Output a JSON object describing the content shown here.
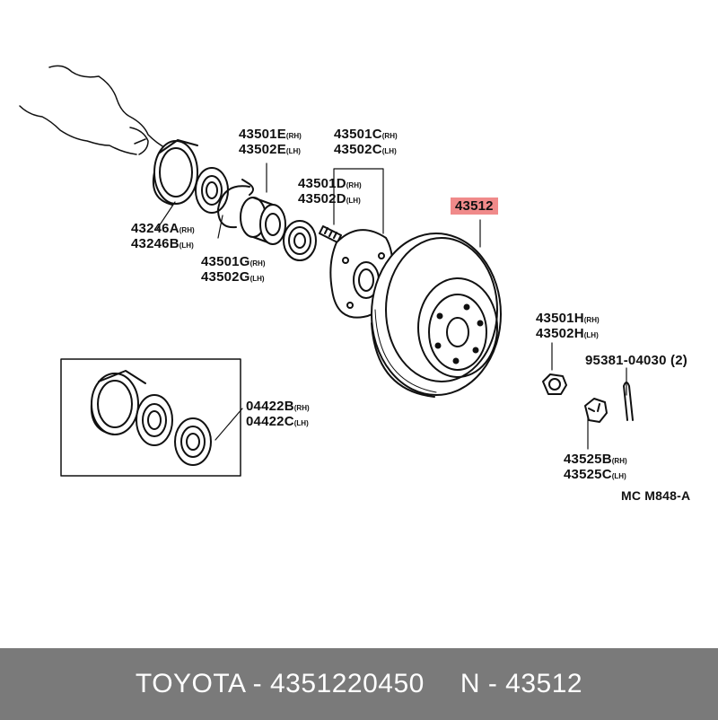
{
  "diagram": {
    "code": "MC M848-A",
    "labels": {
      "a": {
        "num": "43246A",
        "suffix": "(RH)"
      },
      "b": {
        "num": "43246B",
        "suffix": "(LH)"
      },
      "e": {
        "num": "43501E",
        "suffix": "(RH)"
      },
      "e2": {
        "num": "43502E",
        "suffix": "(LH)"
      },
      "c": {
        "num": "43501C",
        "suffix": "(RH)"
      },
      "c2": {
        "num": "43502C",
        "suffix": "(LH)"
      },
      "d": {
        "num": "43501D",
        "suffix": "(RH)"
      },
      "d2": {
        "num": "43502D",
        "suffix": "(LH)"
      },
      "g": {
        "num": "43501G",
        "suffix": "(RH)"
      },
      "g2": {
        "num": "43502G",
        "suffix": "(LH)"
      },
      "disc": {
        "num": "43512"
      },
      "h": {
        "num": "43501H",
        "suffix": "(RH)"
      },
      "h2": {
        "num": "43502H",
        "suffix": "(LH)"
      },
      "pin": {
        "num": "95381-04030",
        "qty": "(2)"
      },
      "kit": {
        "num": "04422B",
        "suffix": "(RH)"
      },
      "kit2": {
        "num": "04422C",
        "suffix": "(LH)"
      },
      "nut": {
        "num": "43525B",
        "suffix": "(RH)"
      },
      "nut2": {
        "num": "43525C",
        "suffix": "(LH)"
      }
    }
  },
  "footer": {
    "brand_part": "TOYOTA - 4351220450",
    "ref": "N - 43512"
  },
  "colors": {
    "highlight": "#f08a8a",
    "footer_bg": "#7a7a7a"
  }
}
